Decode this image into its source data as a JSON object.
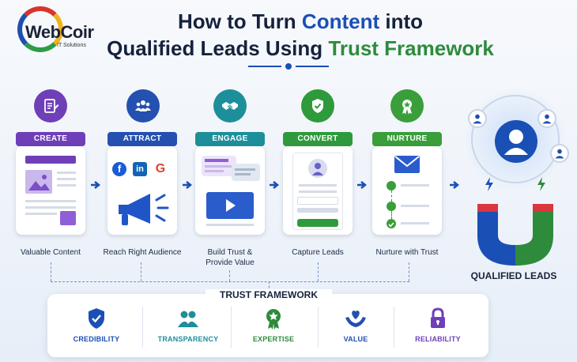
{
  "brand": {
    "name": "WebCoir",
    "subtitle": "IT Solutions"
  },
  "title": {
    "line1_pre": "How to Turn ",
    "line1_highlight": "Content",
    "line1_post": " into",
    "line2_pre": "Qualified Leads Using ",
    "line2_highlight": "Trust Framework"
  },
  "colors": {
    "primary_blue": "#1a4fb5",
    "green": "#2e8b3c",
    "create": "#6f3fb8",
    "attract": "#2450b0",
    "engage": "#1d8f9a",
    "convert": "#2f9a3c",
    "nurture": "#3a9e3a"
  },
  "steps": [
    {
      "label": "CREATE",
      "caption": "Valuable Content",
      "icon": "document-pen-icon"
    },
    {
      "label": "ATTRACT",
      "caption": "Reach Right Audience",
      "icon": "people-group-icon"
    },
    {
      "label": "ENGAGE",
      "caption_line1": "Build Trust &",
      "caption_line2": "Provide Value",
      "icon": "handshake-icon"
    },
    {
      "label": "CONVERT",
      "caption": "Capture Leads",
      "icon": "shield-check-icon"
    },
    {
      "label": "NURTURE",
      "caption": "Nurture with Trust",
      "icon": "badge-ribbon-icon"
    }
  ],
  "social_icons": [
    "facebook-icon",
    "linkedin-icon",
    "google-icon"
  ],
  "result": {
    "label": "QUALIFIED LEADS"
  },
  "trust_framework": {
    "title": "TRUST FRAMEWORK",
    "items": [
      {
        "label": "CREDIBILITY",
        "color": "#1a4fb5",
        "icon": "shield-check-icon"
      },
      {
        "label": "TRANSPARENCY",
        "color": "#1d8f9a",
        "icon": "people-icon"
      },
      {
        "label": "EXPERTISE",
        "color": "#2e8b3c",
        "icon": "star-badge-icon"
      },
      {
        "label": "VALUE",
        "color": "#2450b0",
        "icon": "heart-hands-icon"
      },
      {
        "label": "RELIABILITY",
        "color": "#6f3fb8",
        "icon": "lock-icon"
      }
    ]
  }
}
